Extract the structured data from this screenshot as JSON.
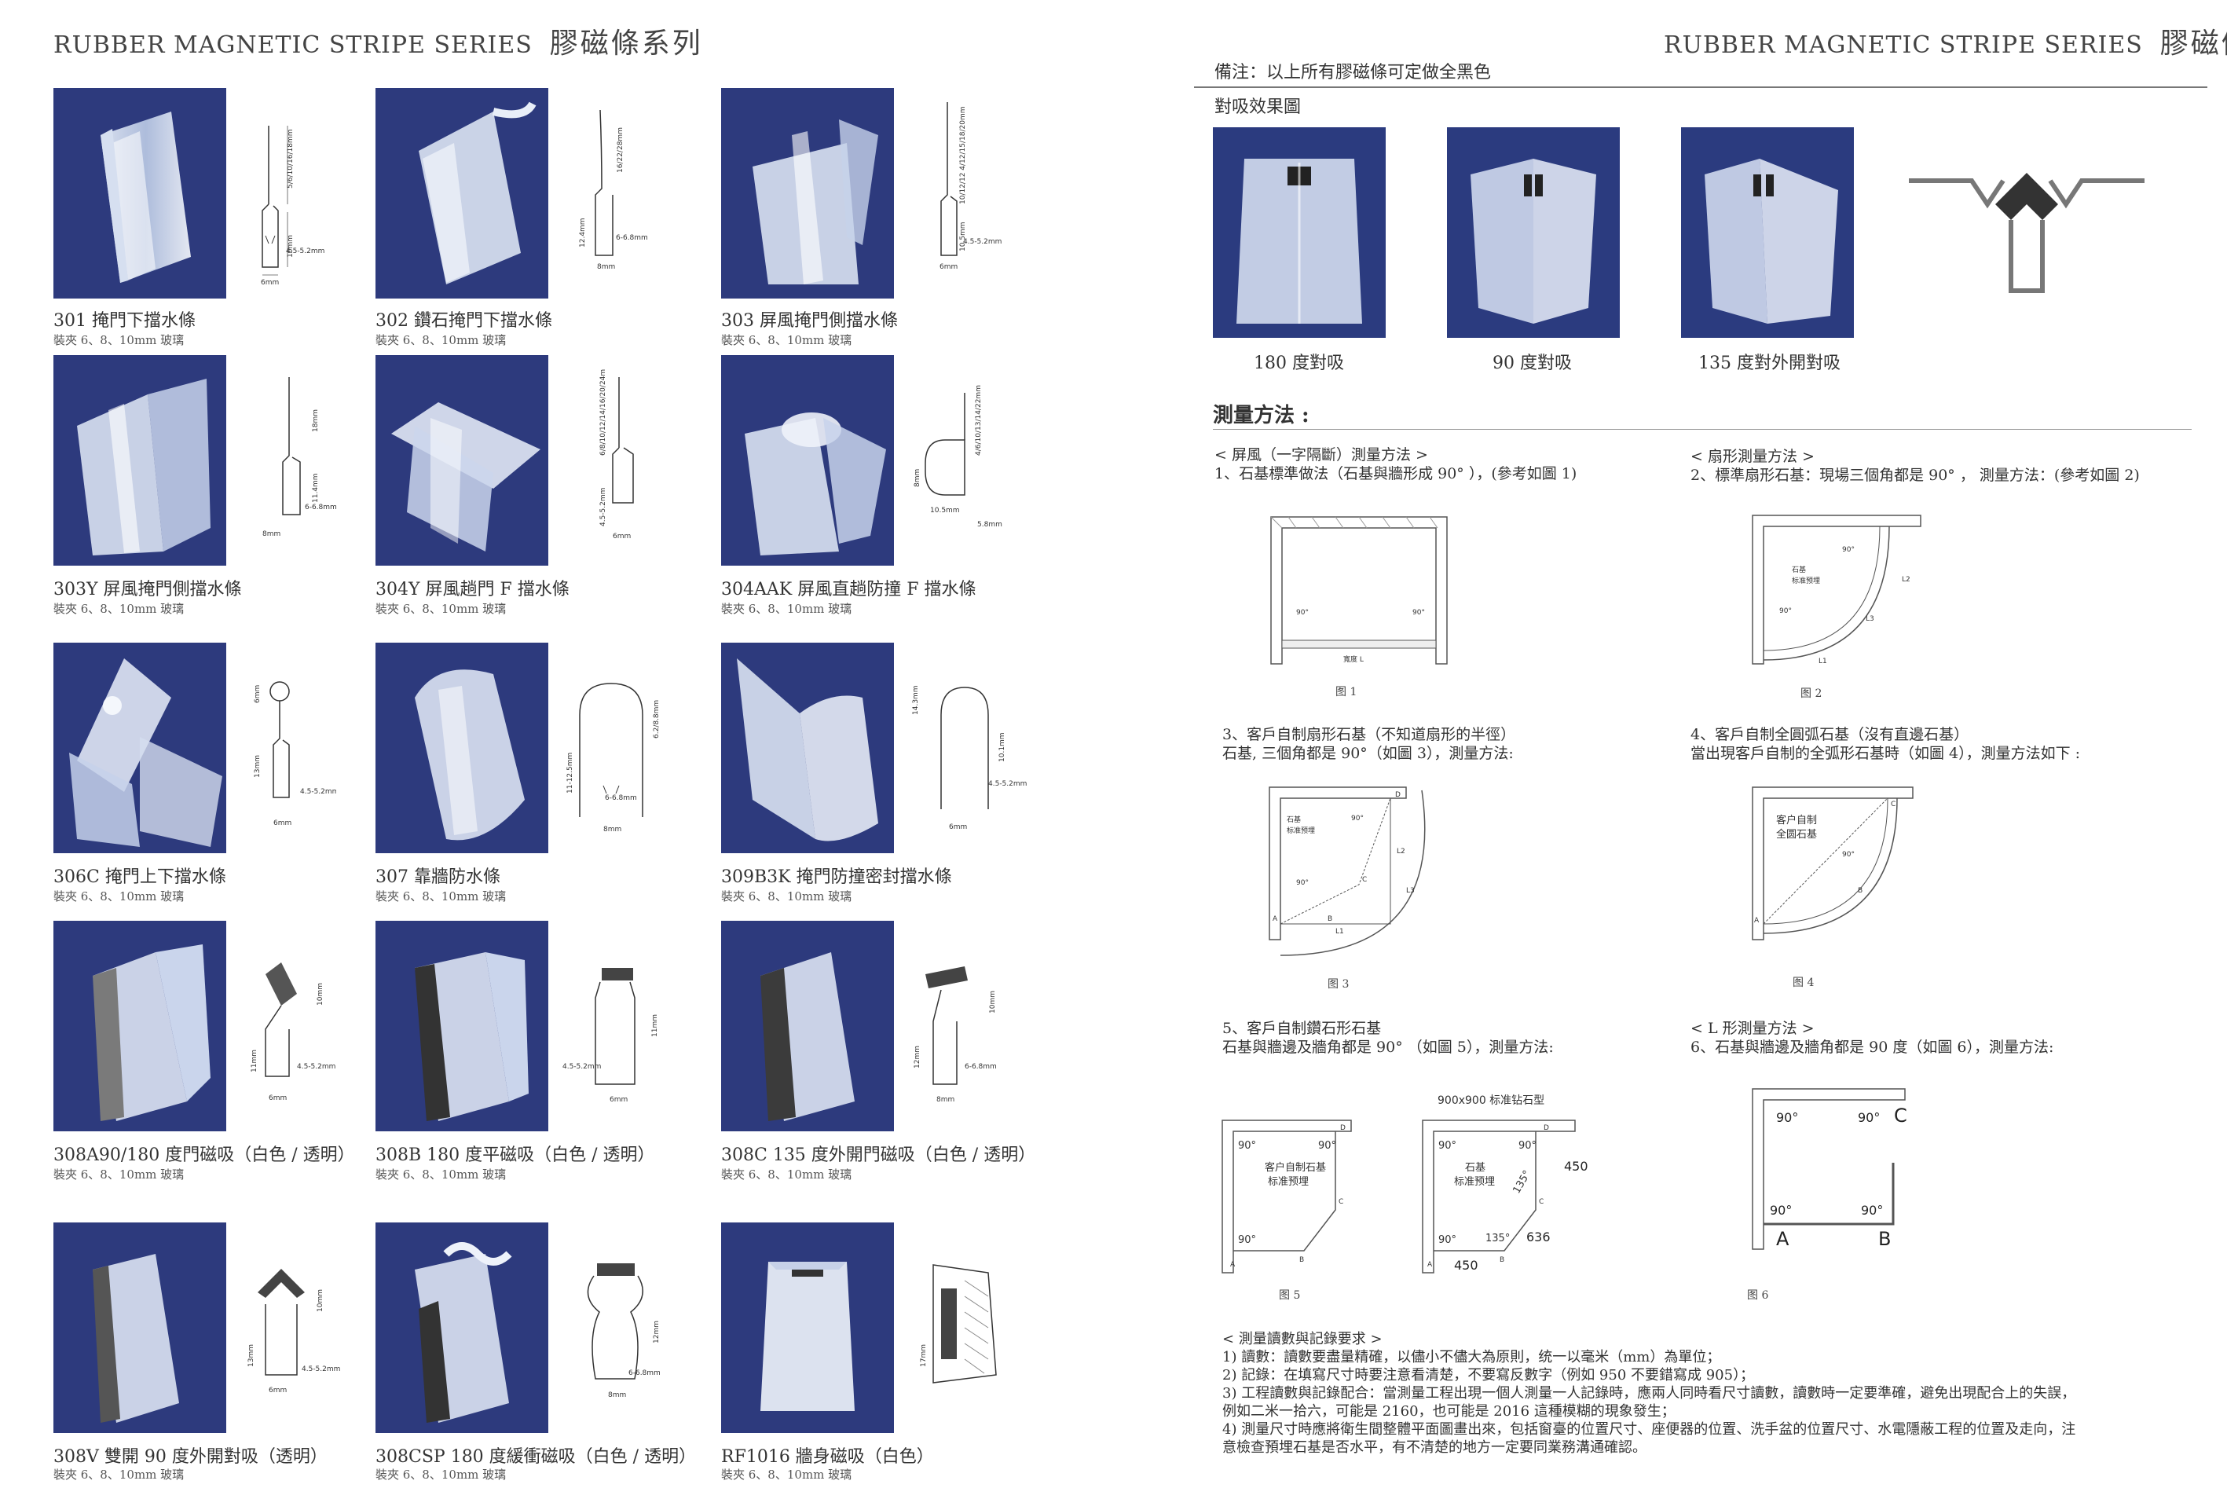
{
  "header": {
    "left_title_en": "RUBBER MAGNETIC STRIPE SERIES",
    "left_title_zh": "膠磁條系列",
    "right_title_en": "RUBBER MAGNETIC STRIPE SERIES",
    "right_title_zh": "膠磁條系列"
  },
  "products": [
    {
      "code_name": "301 掩門下擋水條",
      "glass": "裝夾 6、8、10mm 玻璃"
    },
    {
      "code_name": "302 鑽石掩門下擋水條",
      "glass": "裝夾 6、8、10mm 玻璃"
    },
    {
      "code_name": "303 屏風掩門側擋水條",
      "glass": "裝夾 6、8、10mm 玻璃"
    },
    {
      "code_name": "303Y 屏風掩門側擋水條",
      "glass": "裝夾 6、8、10mm 玻璃"
    },
    {
      "code_name": "304Y 屏風趟門 F 擋水條",
      "glass": "裝夾 6、8、10mm 玻璃"
    },
    {
      "code_name": "304AAK 屏風直趟防撞 F 擋水條",
      "glass": "裝夾 6、8、10mm 玻璃"
    },
    {
      "code_name": "306C 掩門上下擋水條",
      "glass": "裝夾 6、8、10mm 玻璃"
    },
    {
      "code_name": "307 靠牆防水條",
      "glass": "裝夾 6、8、10mm 玻璃"
    },
    {
      "code_name": "309B3K 掩門防撞密封擋水條",
      "glass": "裝夾 6、8、10mm 玻璃"
    },
    {
      "code_name": "308A90/180 度門磁吸（白色 / 透明）",
      "glass": "裝夾 6、8、10mm 玻璃"
    },
    {
      "code_name": "308B 180 度平磁吸（白色 / 透明）",
      "glass": "裝夾 6、8、10mm 玻璃"
    },
    {
      "code_name": "308C 135 度外開門磁吸（白色 / 透明）",
      "glass": "裝夾 6、8、10mm 玻璃"
    },
    {
      "code_name": "308V 雙開 90 度外開對吸（透明）",
      "glass": "裝夾 6、8、10mm 玻璃"
    },
    {
      "code_name": "308CSP 180 度緩衝磁吸（白色 / 透明）",
      "glass": "裝夾 6、8、10mm 玻璃"
    },
    {
      "code_name": "RF1016 牆身磁吸（白色）",
      "glass": "裝夾 6、8、10mm 玻璃"
    }
  ],
  "dims": {
    "d301_a": "5/6/10/16/18mm",
    "d301_b": "10mm",
    "d301_c": "4.5-5.2mm",
    "d301_d": "6mm",
    "d302_a": "16/22/28mm",
    "d302_b": "12.4mm",
    "d302_c": "6-6.8mm",
    "d302_d": "8mm",
    "d303_a": "10/12/12 4/12/15/18/20mm",
    "d303_b": "10.5mm",
    "d303_c": "4.5-5.2mm",
    "d303_d": "6mm",
    "d303y_a": "18mm",
    "d303y_b": "11.4mm",
    "d303y_c": "6-6.8mm",
    "d303y_d": "8mm",
    "d304y_a": "6/8/10/12/14/16/20/24mm",
    "d304y_b": "4.5-5.2mm",
    "d304y_d": "6mm",
    "d304aak_a": "4/6/10/13/14/22mm",
    "d304aak_b": "8mm",
    "d304aak_c": "10.5mm",
    "d304aak_d": "5.8mm",
    "d306c_a": "6mm",
    "d306c_b": "13mm",
    "d306c_c": "4.5-5.2mm",
    "d306c_d": "6mm",
    "d307_a": "6.2/8.8mm",
    "d307_b": "11-12.5mm",
    "d307_c": "6-6.8mm",
    "d307_d": "8mm",
    "d309_a": "14.3mm",
    "d309_b": "10.1mm",
    "d309_c": "4.5-5.2mm",
    "d309_d": "6mm",
    "d308a_a": "10mm",
    "d308a_b": "11mm",
    "d308a_c": "4.5-5.2mm",
    "d308a_d": "6mm",
    "d308b_a": "11mm",
    "d308b_c": "4.5-5.2mm",
    "d308b_d": "6mm",
    "d308c_a": "10mm",
    "d308c_b": "12mm",
    "d308c_c": "6-6.8mm",
    "d308c_d": "8mm",
    "d308v_a": "10mm",
    "d308v_b": "13mm",
    "d308v_c": "4.5-5.2mm",
    "d308v_d": "6mm",
    "d308csp_a": "12mm",
    "d308csp_c": "6-6.8mm",
    "d308csp_d": "8mm",
    "drf_a": "17mm"
  },
  "right": {
    "note": "備注：以上所有膠磁條可定做全黑色",
    "effect_title": "對吸效果圖",
    "effects": [
      "180 度對吸",
      "90 度對吸",
      "135 度對外開對吸"
    ],
    "measure_title": "測量方法 :",
    "s1_title": "< 屏風（一字隔斷）測量方法 >",
    "s1_text": "1、石基標準做法（石基與牆形成 90° ），(參考如圖 1)",
    "s2_title": "< 扇形測量方法 >",
    "s2_text": "2、標準扇形石基：現場三個角都是 90° ， 測量方法：(參考如圖 2)",
    "s3_text1": "3、客戶自制扇形石基（不知道扇形的半徑）",
    "s3_text2": "石基, 三個角都是 90°（如圖 3），測量方法:",
    "s4_text1": "4、客戶自制全圓弧石基（沒有直邊石基）",
    "s4_text2": "當出現客戶自制的全弧形石基時（如圖 4），測量方法如下 :",
    "s5_text1": "5、客戶自制鑽石形石基",
    "s5_text2": "石基與牆邊及牆角都是 90° （如圖 5），測量方法:",
    "s6_title": "< L 形測量方法 >",
    "s6_text": "6、石基與牆邊及牆角都是 90 度（如圖 6），測量方法:",
    "fig_labels": [
      "图 1",
      "图 2",
      "图 3",
      "图 4",
      "图 5",
      "图 6"
    ],
    "fig1_width": "寬度 L",
    "angle90": "90°",
    "angle135": "135°",
    "stone_std": "石基",
    "stone_std2": "标准预埋",
    "custom_round1": "客户自制",
    "custom_round2": "全圆石基",
    "custom_stone1": "客户自制石基",
    "custom_stone2": "标准预埋",
    "diamond_title": "900x900 标准钻石型",
    "diamond_450": "450",
    "diamond_636": "636",
    "lA": "A",
    "lB": "B",
    "lC": "C",
    "lD": "D",
    "lL1": "L1",
    "lL2": "L2",
    "lL3": "L3",
    "req_title": "< 測量讀數與記錄要求 >",
    "req": [
      "1) 讀數：讀數要盡量精確，以儘小不儘大為原則，统一以毫米（mm）為單位；",
      "2) 記錄：在填寫尺寸時要注意看清楚，不要寫反數字（例如 950 不要錯寫成 905）；",
      "3) 工程讀數與記錄配合：當測量工程出現一個人測量一人記錄時，應兩人同時看尺寸讀數，讀數時一定要準確，避免出現配合上的失誤，",
      "例如二米一拾六，可能是 2160，也可能是 2016 這種模糊的現象發生；",
      "4) 測量尺寸時應將衛生間整體平面圖畫出來，包括窗臺的位置尺寸、座便器的位置、洗手盆的位置尺寸、水電隱蔽工程的位置及走向，注",
      "意檢查預埋石基是否水平，有不清楚的地方一定要同業務溝通確認。"
    ]
  }
}
